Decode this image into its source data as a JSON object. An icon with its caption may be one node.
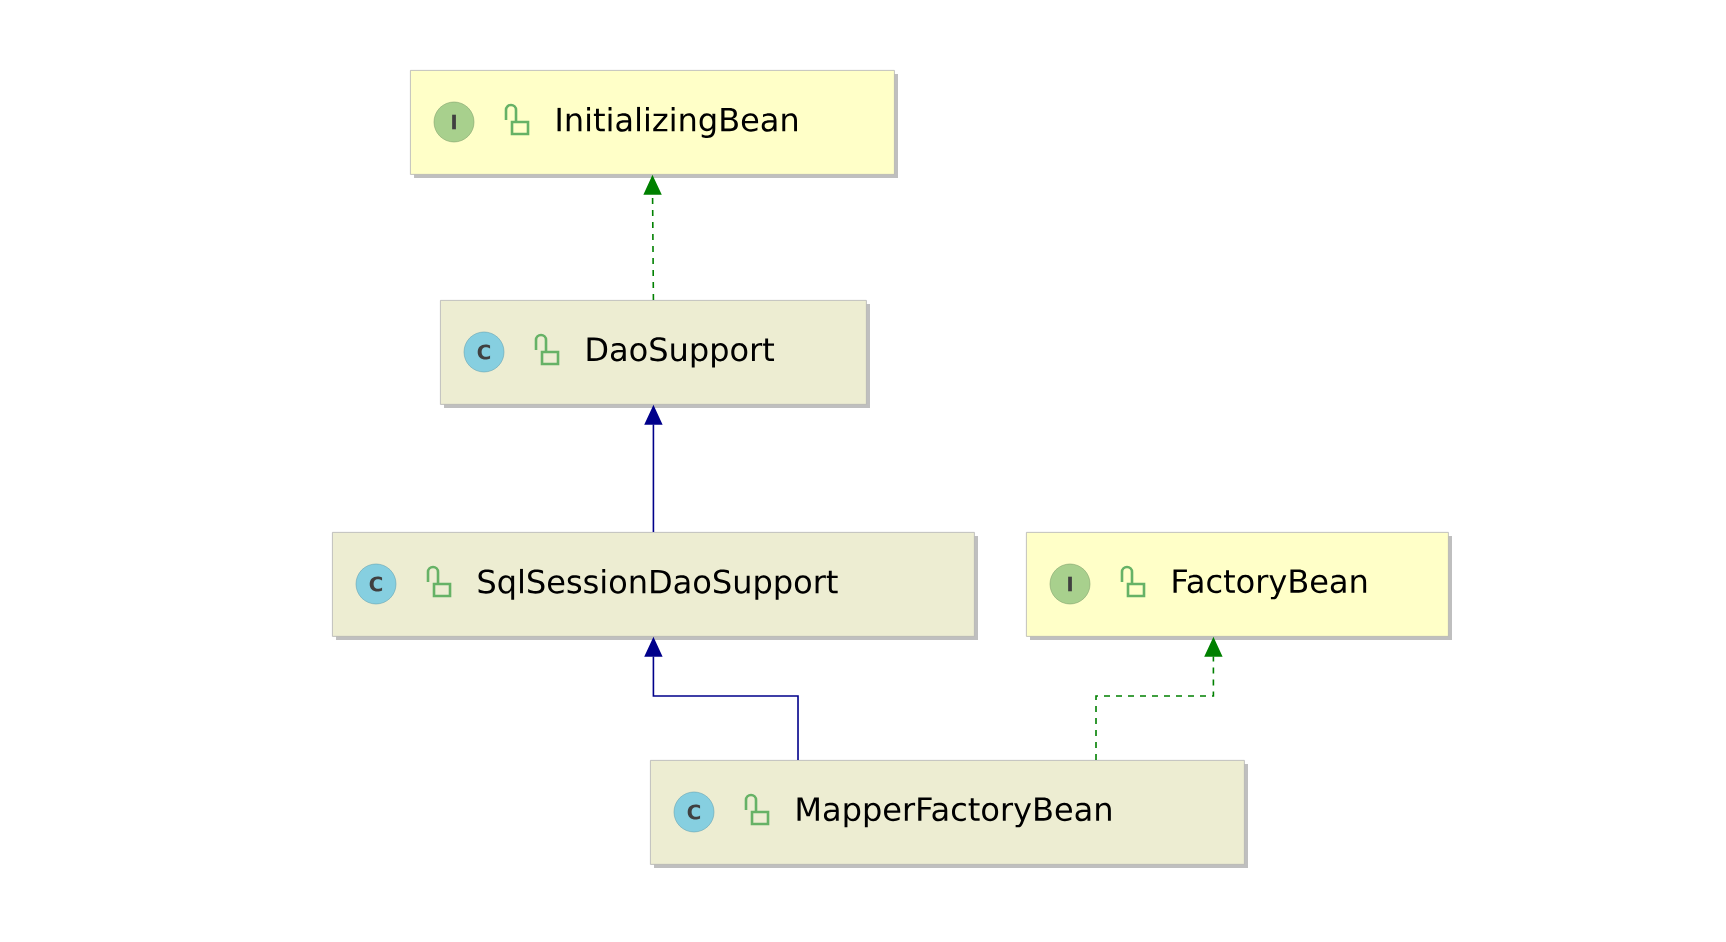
{
  "diagram": {
    "nodes": [
      {
        "text": [
          "InitializingBean"
        ]
      },
      {
        "text": [
          "DaoSupport"
        ]
      },
      {
        "text": [
          "SqlSessionDaoSupport"
        ]
      },
      {
        "text": [
          "FactoryBean"
        ]
      },
      {
        "text": [
          "MapperFactoryBean"
        ]
      }
    ],
    "edges": [
      {
        "from": 1,
        "to": 0,
        "arrow": "to",
        "style": "dashed",
        "color": "#008000"
      },
      {
        "from": 2,
        "to": 1,
        "arrow": "to",
        "color": "#00008b"
      },
      {
        "from": 4,
        "to": 2,
        "arrow": "to",
        "color": "#00008b"
      },
      {
        "from": 4,
        "to": 3,
        "arrow": "to",
        "style": "dashed",
        "color": "#008000"
      }
    ],
    "labels": [
      "I",
      "C",
      "C",
      "I",
      "C"
    ]
  }
}
